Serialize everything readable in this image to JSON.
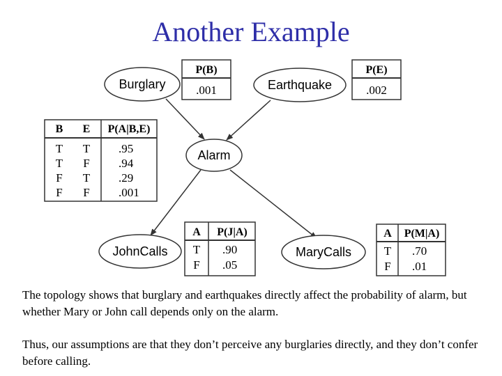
{
  "title": "Another Example",
  "nodes": {
    "burglary": "Burglary",
    "earthquake": "Earthquake",
    "alarm": "Alarm",
    "johncalls": "JohnCalls",
    "marycalls": "MaryCalls"
  },
  "cpt_b": {
    "header": "P(B)",
    "value": ".001"
  },
  "cpt_e": {
    "header": "P(E)",
    "value": ".002"
  },
  "cpt_a": {
    "headers": [
      "B",
      "E",
      "P(A|B,E)"
    ],
    "rows": [
      [
        "T",
        "T",
        ".95"
      ],
      [
        "T",
        "F",
        ".94"
      ],
      [
        "F",
        "T",
        ".29"
      ],
      [
        "F",
        "F",
        ".001"
      ]
    ]
  },
  "cpt_j": {
    "headers": [
      "A",
      "P(J|A)"
    ],
    "rows": [
      [
        "T",
        ".90"
      ],
      [
        "F",
        ".05"
      ]
    ]
  },
  "cpt_m": {
    "headers": [
      "A",
      "P(M|A)"
    ],
    "rows": [
      [
        "T",
        ".70"
      ],
      [
        "F",
        ".01"
      ]
    ]
  },
  "text": {
    "p1": "The topology shows that burglary and earthquakes directly affect the probability of alarm, but whether Mary or John call depends only on the alarm.",
    "p2": "Thus, our assumptions are that they don’t perceive any burglaries directly, and they don’t confer before calling."
  }
}
